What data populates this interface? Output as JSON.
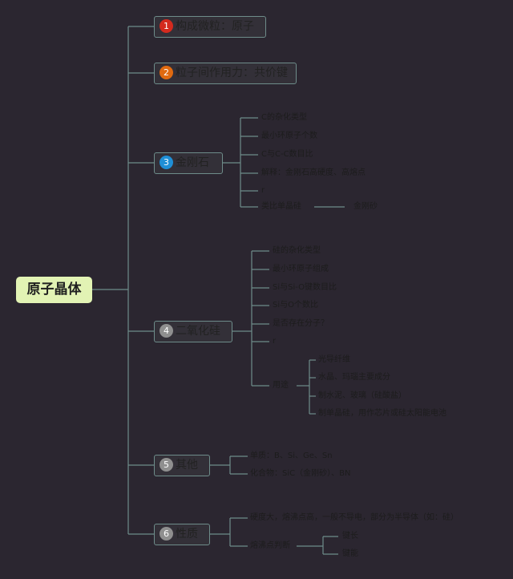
{
  "root": "原子晶体",
  "colors": {
    "line": "#6e8c8a",
    "badge1": "#d42a1e",
    "badge2": "#e06a10",
    "badge3": "#1f8fd6",
    "badge_grey": "#8f8f8f"
  },
  "branches": [
    {
      "num": "1",
      "label": "构成微粒：原子"
    },
    {
      "num": "2",
      "label": "粒子间作用力：共价键"
    },
    {
      "num": "3",
      "label": "金刚石"
    },
    {
      "num": "4",
      "label": "二氧化硅"
    },
    {
      "num": "5",
      "label": "其他"
    },
    {
      "num": "6",
      "label": "性质"
    }
  ],
  "diamond": {
    "items": [
      "C的杂化类型",
      "最小环原子个数",
      "C与C-C数目比",
      "解释：金刚石高硬度、高熔点",
      "r",
      "类比单晶硅"
    ],
    "analog": "金刚砂"
  },
  "silica": {
    "items": [
      "硅的杂化类型",
      "最小环原子组成",
      "Si与Si-O键数目比",
      "Si与O个数比",
      "是否存在分子？",
      "r",
      "用途"
    ],
    "uses": [
      "光导纤维",
      "水晶、玛瑙主要成分",
      "制水泥、玻璃（硅酸盐）",
      "制单晶硅，用作芯片或硅太阳能电池"
    ]
  },
  "others": [
    "单质：B、Si、Ge、Sn",
    "化合物：SiC（金刚砂）、BN"
  ],
  "props": {
    "items": [
      "硬度大，熔沸点高，一般不导电，部分为半导体（如：硅）",
      "熔沸点判断"
    ],
    "sub": [
      "键长",
      "键能"
    ]
  }
}
